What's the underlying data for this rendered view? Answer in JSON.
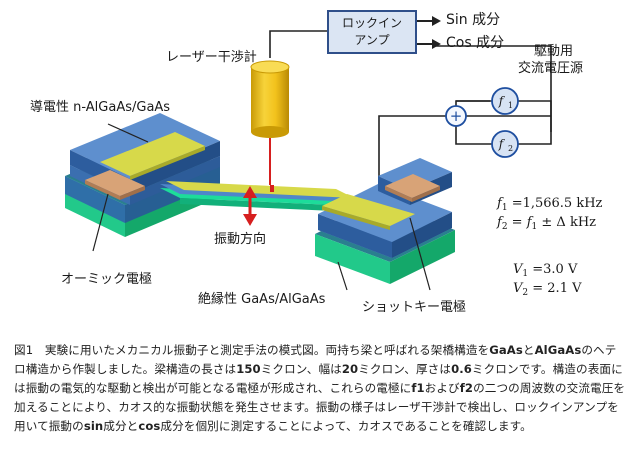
{
  "lockin": {
    "line1": "ロックイン",
    "line2": "アンプ"
  },
  "outputs": {
    "sin": "Sin 成分",
    "cos": "Cos 成分"
  },
  "labels": {
    "laser": "レーザー干渉計",
    "conductive": "導電性 n-AlGaAs/GaAs",
    "drive_line1": "駆動用",
    "drive_line2": "交流電圧源",
    "vibration_dir": "振動方向",
    "ohmic": "オーミック電極",
    "insulating": "絶縁性 GaAs/AlGaAs",
    "schottky": "ショットキー電極"
  },
  "source_symbols": {
    "f1": "f",
    "f1_sub": "1",
    "f2": "f",
    "f2_sub": "2",
    "plus": "+"
  },
  "formulas": {
    "f1_value": "=1,566.5 kHz",
    "f2_value": "± Δ kHz",
    "v1_value": "=3.0 V",
    "v2_value": "= 2.1 V"
  },
  "caption": {
    "fig_no": "図1",
    "text_1": "　実験に用いたメカニカル振動子と測定手法の模式図。両持ち梁と呼ばれる架橋構造を",
    "gaas_1": "GaAs",
    "text_2": "と",
    "algaas_1": "AlGaAs",
    "text_3": "のヘテロ構造から作製しました。梁構造の長さは",
    "len": "150",
    "text_4": "ミクロン、幅は",
    "width": "20",
    "text_5": "ミクロン、厚さは",
    "thick": "0.6",
    "text_6": "ミクロンです。構造の表面には振動の電気的な駆動と検出が可能となる電極が形成され、これらの電極に",
    "f1": "f1",
    "text_7": "および",
    "f2": "f2",
    "text_8": "の二つの周波数の交流電圧を加えることにより、カオス的な振動状態を発生させます。振動の様子はレーザ干渉計で検出し、ロックインアンプを用いて振動の",
    "sin": "sin",
    "text_9": "成分と",
    "cos": "cos",
    "text_10": "成分を個別に測定することによって、カオスであることを確認します。"
  }
}
